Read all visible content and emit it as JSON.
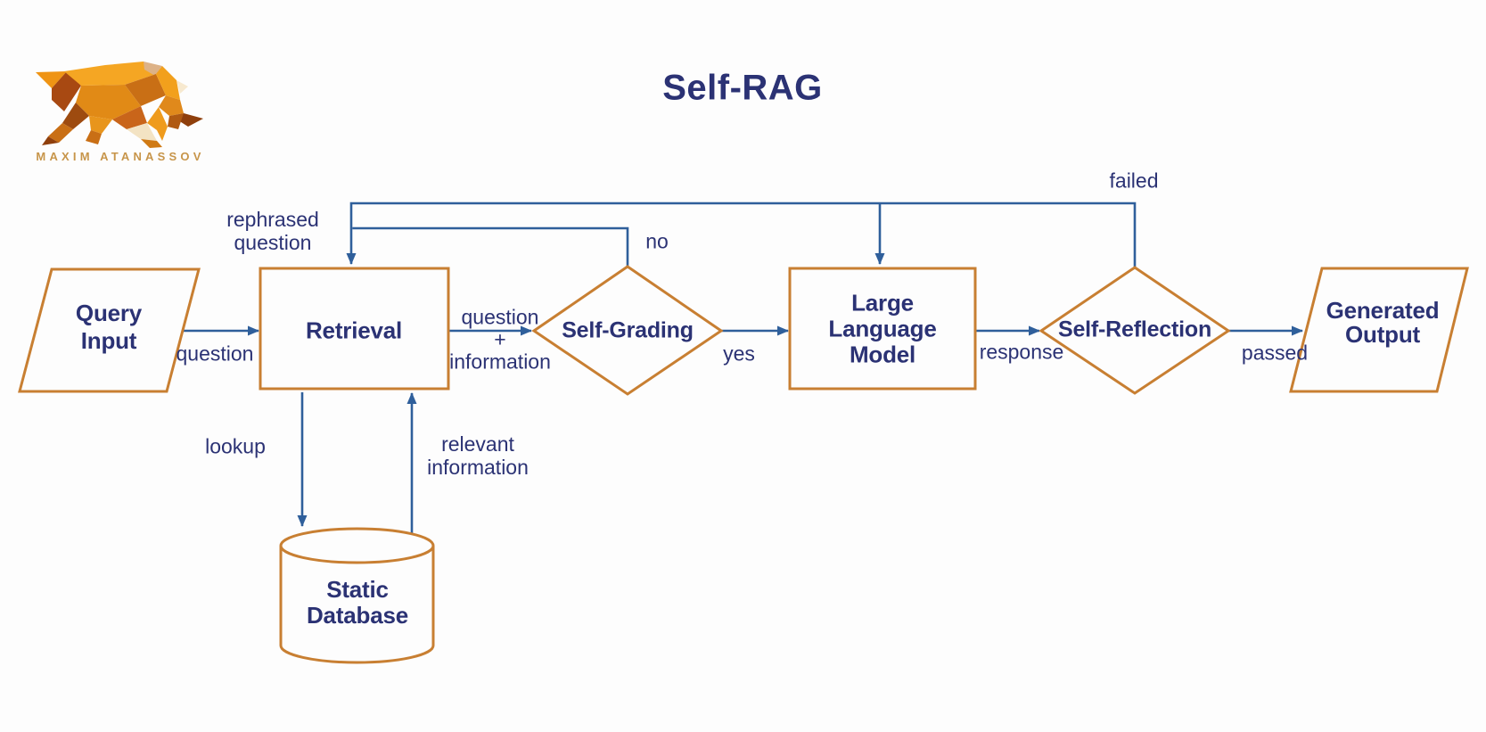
{
  "title": "Self-RAG",
  "logo": {
    "brand": "MAXIM ATANASSOV"
  },
  "colors": {
    "background": "#fdfdfd",
    "shape_stroke": "#c87f32",
    "connector": "#2f5f9b",
    "text": "#2b3274",
    "brand_text": "#c7954a"
  },
  "nodes": {
    "query_input": {
      "shape": "parallelogram",
      "label": "Query\nInput"
    },
    "retrieval": {
      "shape": "rectangle",
      "label": "Retrieval"
    },
    "self_grading": {
      "shape": "diamond",
      "label": "Self-Grading"
    },
    "llm": {
      "shape": "rectangle",
      "label": "Large\nLanguage\nModel"
    },
    "self_reflection": {
      "shape": "diamond",
      "label": "Self-Reflection"
    },
    "generated_output": {
      "shape": "parallelogram",
      "label": "Generated\nOutput"
    },
    "static_database": {
      "shape": "cylinder",
      "label": "Static\nDatabase"
    }
  },
  "edges": {
    "question": {
      "from": "query_input",
      "to": "retrieval",
      "label": "question"
    },
    "question_information": {
      "from": "retrieval",
      "to": "self_grading",
      "label": "question\n+\ninformation"
    },
    "yes": {
      "from": "self_grading",
      "to": "llm",
      "label": "yes"
    },
    "no": {
      "from": "self_grading",
      "to": "retrieval",
      "label": "no"
    },
    "response": {
      "from": "llm",
      "to": "self_reflection",
      "label": "response"
    },
    "passed": {
      "from": "self_reflection",
      "to": "generated_output",
      "label": "passed"
    },
    "failed": {
      "from": "self_reflection",
      "to": "retrieval",
      "label": "failed"
    },
    "rephrased_question": {
      "from": "self_grading",
      "to": "retrieval",
      "label": "rephrased\nquestion"
    },
    "lookup": {
      "from": "retrieval",
      "to": "static_database",
      "label": "lookup"
    },
    "relevant_information": {
      "from": "static_database",
      "to": "retrieval",
      "label": "relevant\ninformation"
    }
  }
}
